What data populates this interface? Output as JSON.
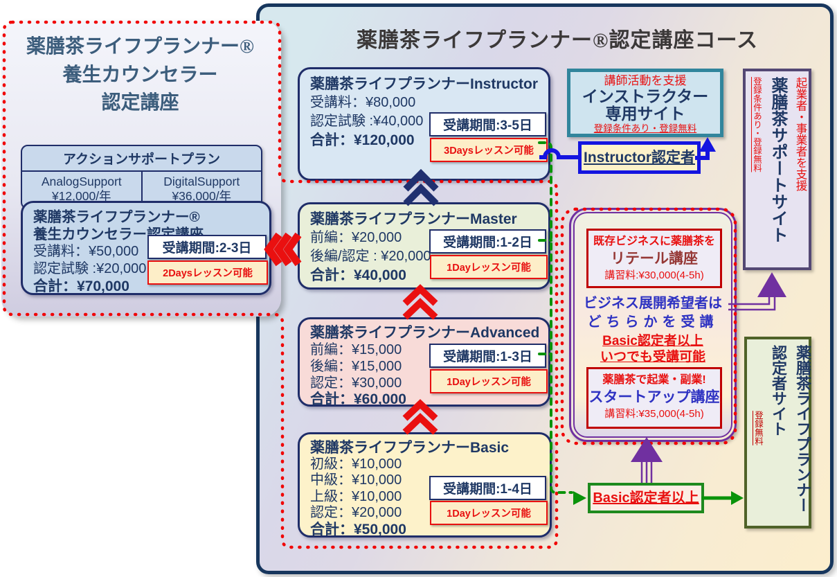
{
  "left_panel": {
    "title_lines": [
      "薬膳茶ライフプランナー®",
      "養生カウンセラー",
      "認定講座"
    ],
    "plan_table": {
      "header": "アクションサポートプラン",
      "columns": [
        {
          "name": "AnalogSupport",
          "price": "¥12,000/年"
        },
        {
          "name": "DigitalSupport",
          "price": "¥36,000/年"
        }
      ]
    },
    "course": {
      "title_lines": [
        "薬膳茶ライフプランナー®",
        "養生カウンセラー認定講座"
      ],
      "fee_lines": [
        "受講料：¥50,000",
        "認定試験 :¥20,000"
      ],
      "total": "合計：¥70,000",
      "period": "受講期間:2-3日",
      "lesson": "2Daysレッスン可能"
    }
  },
  "right_panel": {
    "title": "薬膳茶ライフプランナー®認定講座コース",
    "courses": [
      {
        "title": "薬膳茶ライフプランナーInstructor",
        "fee_lines": [
          "受講料：¥80,000",
          "認定試験 :¥40,000"
        ],
        "total": "合計：¥120,000",
        "period": "受講期間:3-5日",
        "lesson": "3Daysレッスン可能"
      },
      {
        "title": "薬膳茶ライフプランナーMaster",
        "fee_lines": [
          "前編：¥20,000",
          "後編/認定 : ¥20,000"
        ],
        "total": "合計：¥40,000",
        "period": "受講期間:1-2日",
        "lesson": "1Dayレッスン可能"
      },
      {
        "title": "薬膳茶ライフプランナーAdvanced",
        "fee_lines": [
          "前編：¥15,000",
          "後編：¥15,000",
          "認定：¥30,000"
        ],
        "total": "合計：¥60,000",
        "period": "受講期間:1-3日",
        "lesson": "1Dayレッスン可能"
      },
      {
        "title": "薬膳茶ライフプランナーBasic",
        "fee_lines": [
          "初級：¥10,000",
          "中級：¥10,000",
          "上級：¥10,000",
          "認定：¥20,000"
        ],
        "total": "合計：¥50,000",
        "period": "受講期間:1-4日",
        "lesson": "1Dayレッスン可能"
      }
    ],
    "instructor_site": {
      "support": "講師活動を支援",
      "title_line1": "インストラクター",
      "title_line2": "専用サイト",
      "note": "登録条件あり・登録無料"
    },
    "instructor_certified": "Instructor認定者",
    "support_site": {
      "lead": "起業者・事業者を支援",
      "title": "薬膳茶サポートサイト",
      "note": "登録条件あり・登録無料"
    },
    "business_box": {
      "retail": {
        "lead": "既存ビジネスに薬膳茶を",
        "title": "リテール講座",
        "fee": "講習料:¥30,000(4-5h)"
      },
      "middle_lines": [
        "ビジネス展開希望者は",
        "どちらかを受講",
        "Basic認定者以上",
        "いつでも受講可能"
      ],
      "startup": {
        "lead": "薬膳茶で起業・副業!",
        "title": "スタートアップ講座",
        "fee": "講習料:¥35,000(4-5h)"
      }
    },
    "basic_certified": "Basic認定者以上",
    "certified_site": {
      "title_line1": "薬膳茶ライフプランナー",
      "title_line2": "認定者サイト",
      "note": "登録無料"
    }
  },
  "colors": {
    "navy": "#1f2d69",
    "red": "#e81010",
    "green": "#0a930a",
    "purple": "#7030a0",
    "blue": "#1414e0",
    "teal": "#31859c",
    "dark_red": "#953735"
  }
}
